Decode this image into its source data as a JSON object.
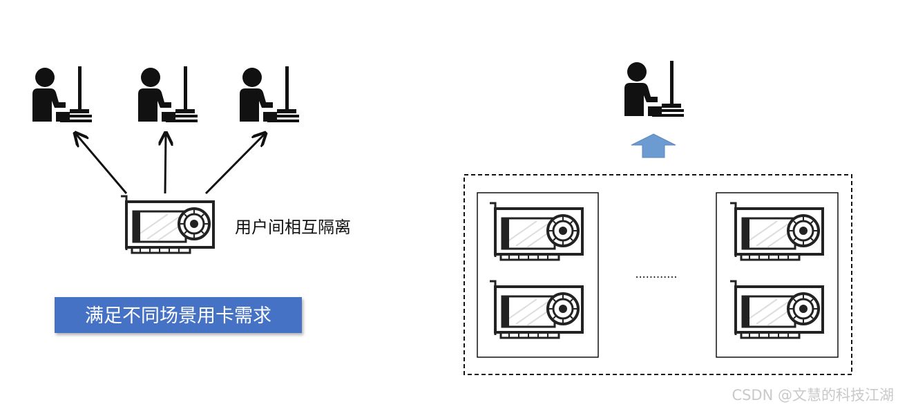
{
  "left_panel": {
    "isolation_label": "用户间相互隔离",
    "requirement_badge": "满足不同场景用卡需求"
  },
  "right_panel": {
    "ellipsis": "............"
  },
  "watermark": "CSDN @文慧的科技江湖",
  "icons": {
    "user": "user-at-computer-icon",
    "gpu": "gpu-card-icon",
    "up_arrow": "block-up-arrow-icon"
  },
  "colors": {
    "badge_fill": "#4472C4",
    "up_arrow_fill": "#6C9BD2",
    "ink": "#111111",
    "gpu_stroke": "#222222"
  }
}
